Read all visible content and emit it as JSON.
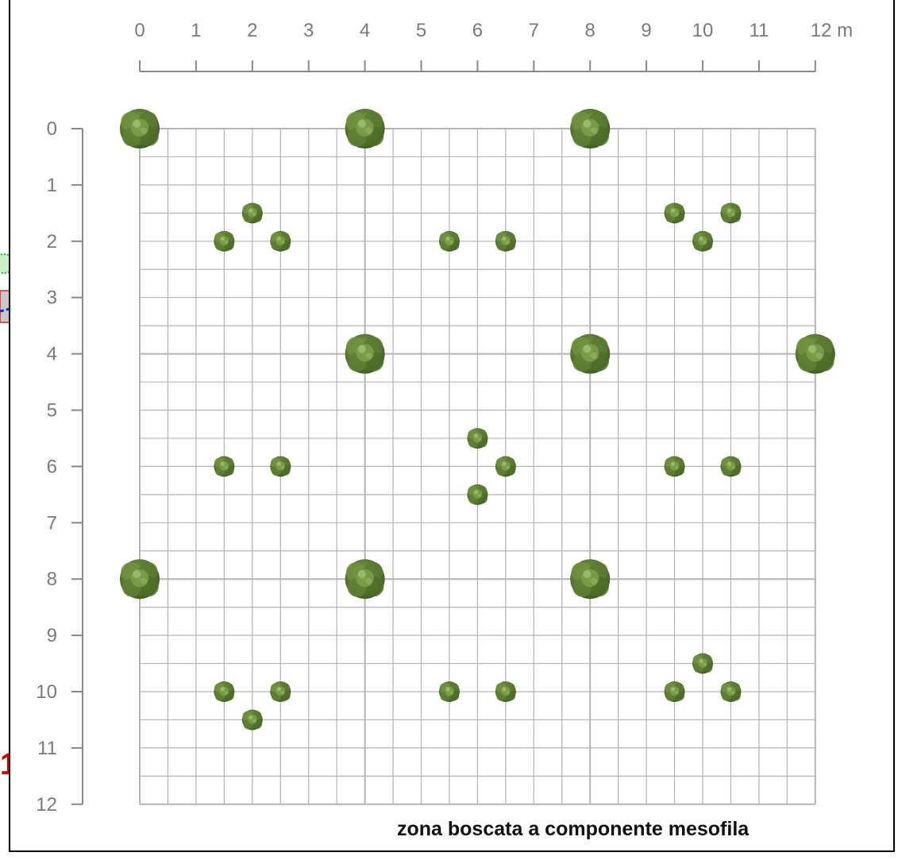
{
  "caption": "zona boscata a componente mesofila",
  "x_axis": {
    "labels": [
      "0",
      "1",
      "2",
      "3",
      "4",
      "5",
      "6",
      "7",
      "8",
      "9",
      "10",
      "11",
      "12 m"
    ]
  },
  "y_axis": {
    "labels": [
      "0",
      "1",
      "2",
      "3",
      "4",
      "5",
      "6",
      "7",
      "8",
      "9",
      "10",
      "11",
      "12"
    ]
  },
  "grid": {
    "min": 0,
    "max": 12,
    "step": 0.5,
    "major_step": 4
  },
  "colors": {
    "grid_line": "#b4b4b4",
    "axis": "#888888",
    "tree_dark": "#3f5e22",
    "tree_mid": "#5f8236",
    "tree_light": "#8cab5a",
    "edge_red": "#d00000"
  },
  "trees": [
    {
      "x": 0,
      "y": 0,
      "kind": "large"
    },
    {
      "x": 4,
      "y": 0,
      "kind": "large"
    },
    {
      "x": 8,
      "y": 0,
      "kind": "large"
    },
    {
      "x": 2,
      "y": 1.5,
      "kind": "small"
    },
    {
      "x": 1.5,
      "y": 2,
      "kind": "small"
    },
    {
      "x": 2.5,
      "y": 2,
      "kind": "small"
    },
    {
      "x": 5.5,
      "y": 2,
      "kind": "small"
    },
    {
      "x": 6.5,
      "y": 2,
      "kind": "small"
    },
    {
      "x": 9.5,
      "y": 1.5,
      "kind": "small"
    },
    {
      "x": 10.5,
      "y": 1.5,
      "kind": "small"
    },
    {
      "x": 10,
      "y": 2,
      "kind": "small"
    },
    {
      "x": 4,
      "y": 4,
      "kind": "large"
    },
    {
      "x": 8,
      "y": 4,
      "kind": "large"
    },
    {
      "x": 12,
      "y": 4,
      "kind": "large"
    },
    {
      "x": 6,
      "y": 5.5,
      "kind": "small"
    },
    {
      "x": 6.5,
      "y": 6,
      "kind": "small"
    },
    {
      "x": 6,
      "y": 6.5,
      "kind": "small"
    },
    {
      "x": 1.5,
      "y": 6,
      "kind": "small"
    },
    {
      "x": 2.5,
      "y": 6,
      "kind": "small"
    },
    {
      "x": 9.5,
      "y": 6,
      "kind": "small"
    },
    {
      "x": 10.5,
      "y": 6,
      "kind": "small"
    },
    {
      "x": 0,
      "y": 8,
      "kind": "large"
    },
    {
      "x": 4,
      "y": 8,
      "kind": "large"
    },
    {
      "x": 8,
      "y": 8,
      "kind": "large"
    },
    {
      "x": 10,
      "y": 9.5,
      "kind": "small"
    },
    {
      "x": 9.5,
      "y": 10,
      "kind": "small"
    },
    {
      "x": 10.5,
      "y": 10,
      "kind": "small"
    },
    {
      "x": 1.5,
      "y": 10,
      "kind": "small"
    },
    {
      "x": 2.5,
      "y": 10,
      "kind": "small"
    },
    {
      "x": 2,
      "y": 10.5,
      "kind": "small"
    },
    {
      "x": 5.5,
      "y": 10,
      "kind": "small"
    },
    {
      "x": 6.5,
      "y": 10,
      "kind": "small"
    }
  ],
  "edge_fragment_text": "1"
}
